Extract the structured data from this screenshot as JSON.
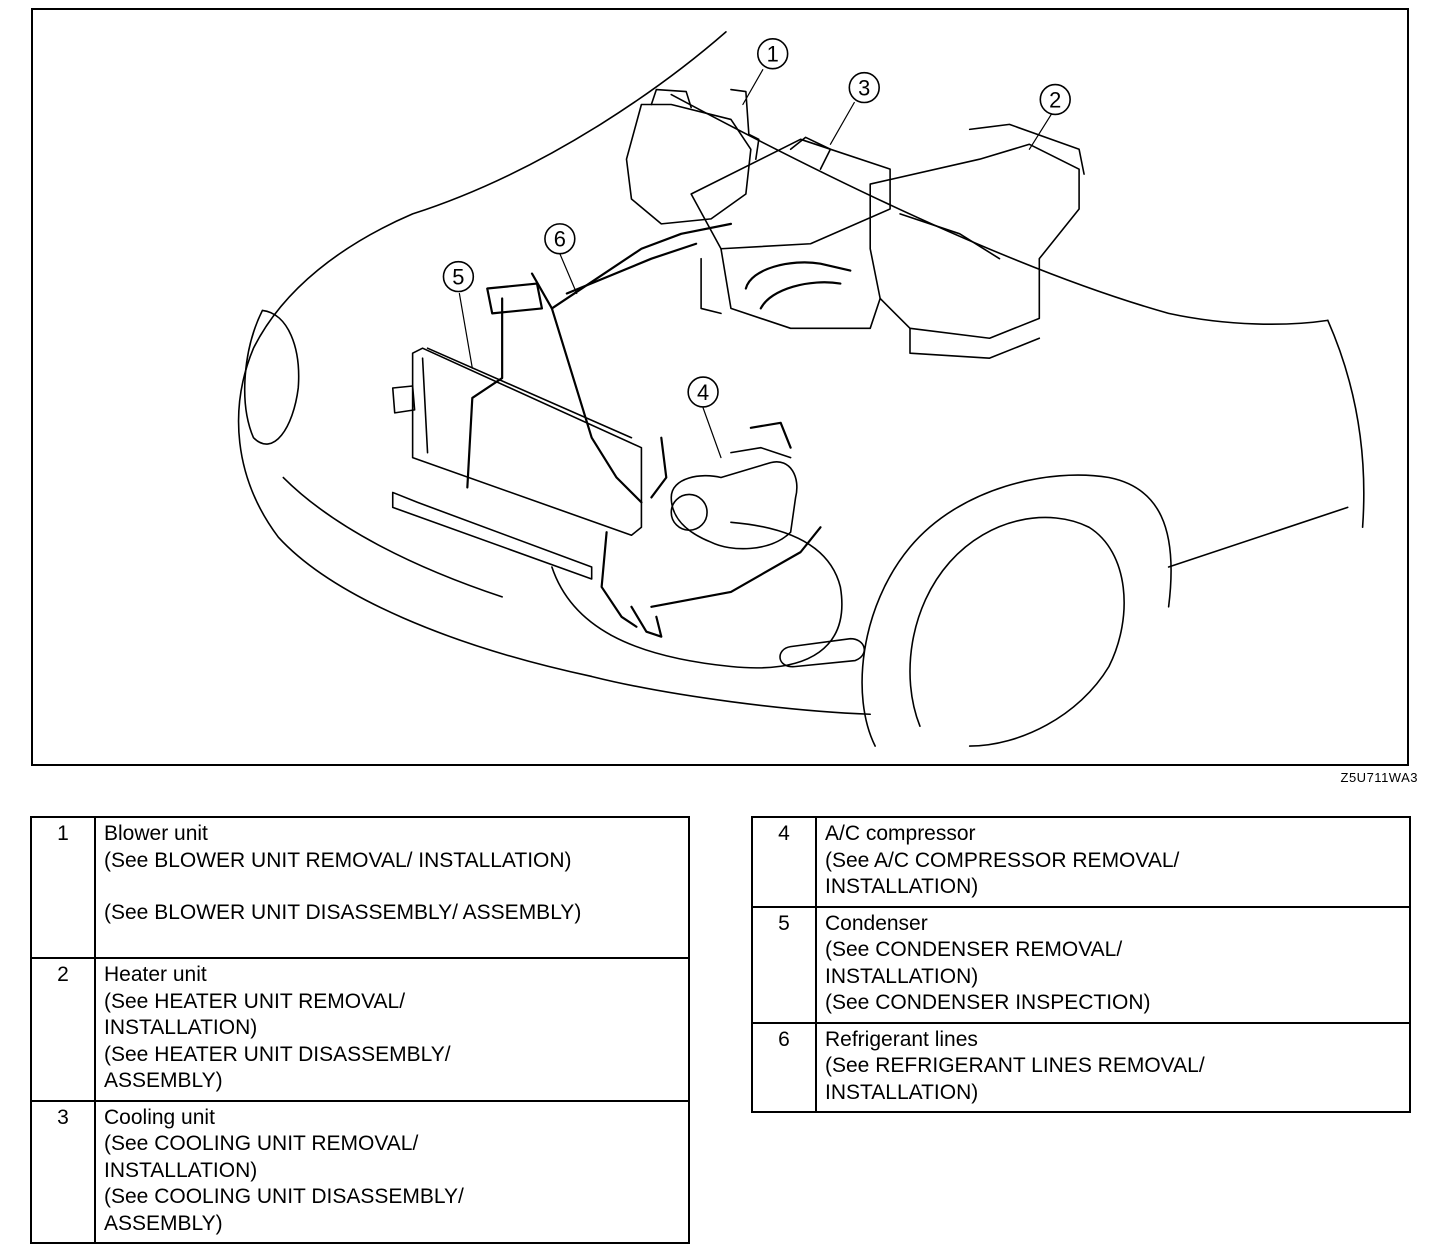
{
  "figure_code": "Z5U711WA3",
  "callouts": [
    "1",
    "2",
    "3",
    "4",
    "5",
    "6"
  ],
  "legend_left": [
    {
      "num": "1",
      "name": "Blower unit",
      "refs": [
        "(See BLOWER UNIT REMOVAL/ INSTALLATION)",
        "(See BLOWER UNIT DISASSEMBLY/ ASSEMBLY)"
      ]
    },
    {
      "num": "2",
      "name": "Heater unit",
      "refs": [
        "(See HEATER UNIT REMOVAL/",
        "INSTALLATION)",
        "(See HEATER UNIT DISASSEMBLY/",
        "ASSEMBLY)"
      ]
    },
    {
      "num": "3",
      "name": "Cooling unit",
      "refs": [
        "(See COOLING UNIT REMOVAL/",
        "INSTALLATION)",
        "(See COOLING UNIT DISASSEMBLY/",
        "ASSEMBLY)"
      ]
    }
  ],
  "legend_right": [
    {
      "num": "4",
      "name": "A/C compressor",
      "refs": [
        "(See A/C COMPRESSOR REMOVAL/",
        "INSTALLATION)"
      ]
    },
    {
      "num": "5",
      "name": "Condenser",
      "refs": [
        "(See CONDENSER REMOVAL/",
        "INSTALLATION)",
        "(See CONDENSER INSPECTION)"
      ]
    },
    {
      "num": "6",
      "name": "Refrigerant lines",
      "refs": [
        "(See REFRIGERANT LINES REMOVAL/",
        "INSTALLATION)"
      ]
    }
  ]
}
